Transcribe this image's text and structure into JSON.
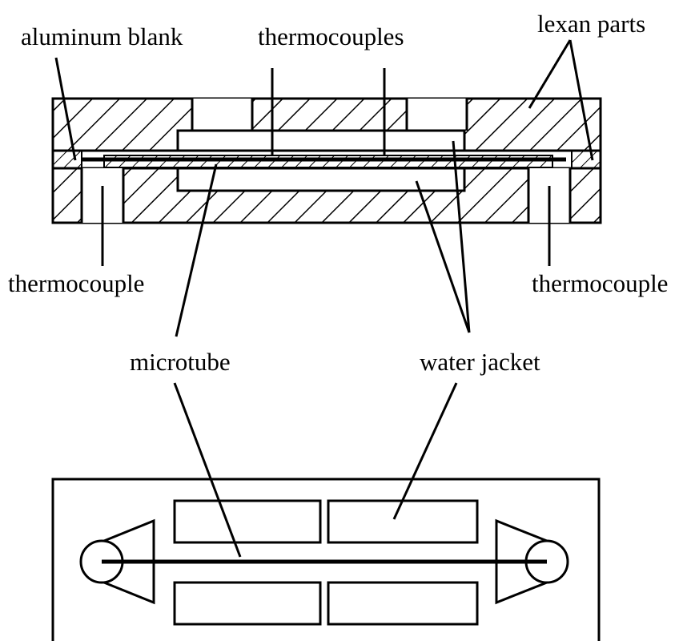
{
  "labels": {
    "aluminum_blank": "aluminum blank",
    "thermocouples": "thermocouples",
    "lexan_parts": "lexan parts",
    "thermocouple_left": "thermocouple",
    "thermocouple_right": "thermocouple",
    "microtube": "microtube",
    "water_jacket": "water jacket"
  },
  "colors": {
    "ink": "#000000",
    "background": "#ffffff"
  }
}
